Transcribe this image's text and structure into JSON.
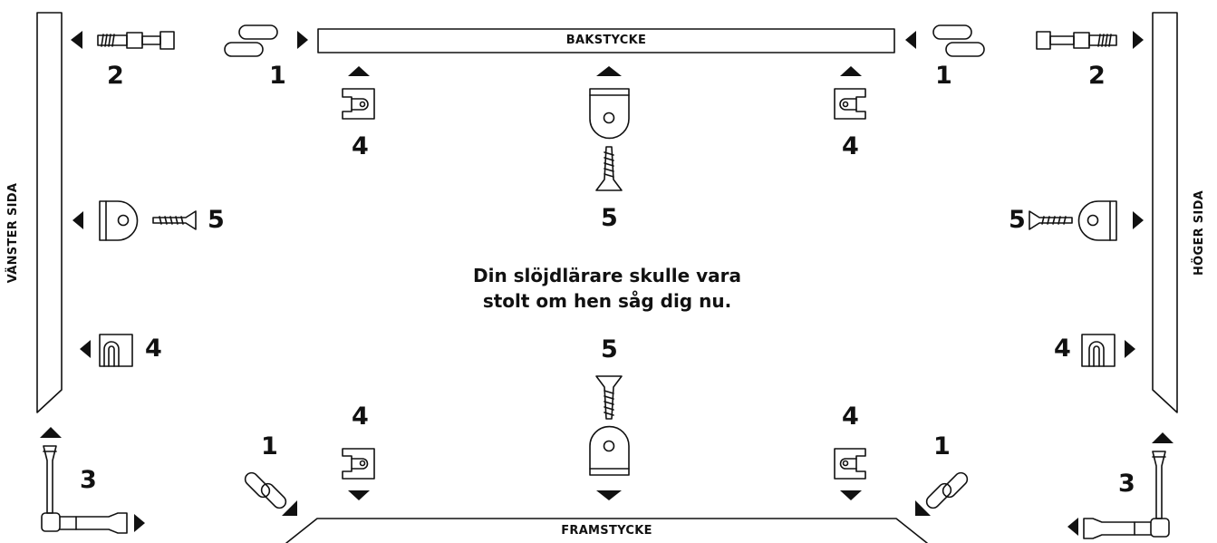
{
  "boards": {
    "back": "BAKSTYCKE",
    "front": "FRAMSTYCKE",
    "left": "VÄNSTER SIDA",
    "right": "HÖGER SIDA"
  },
  "message": {
    "line1": "Din slöjdlärare skulle vara",
    "line2": "stolt om hen såg dig nu."
  },
  "part_numbers": {
    "cam_bolt": "2",
    "dowel": "1",
    "corner_connector": "3",
    "bracket": "4",
    "screw_bracket": "5"
  },
  "colors": {
    "ink": "#111111",
    "background": "#ffffff"
  }
}
